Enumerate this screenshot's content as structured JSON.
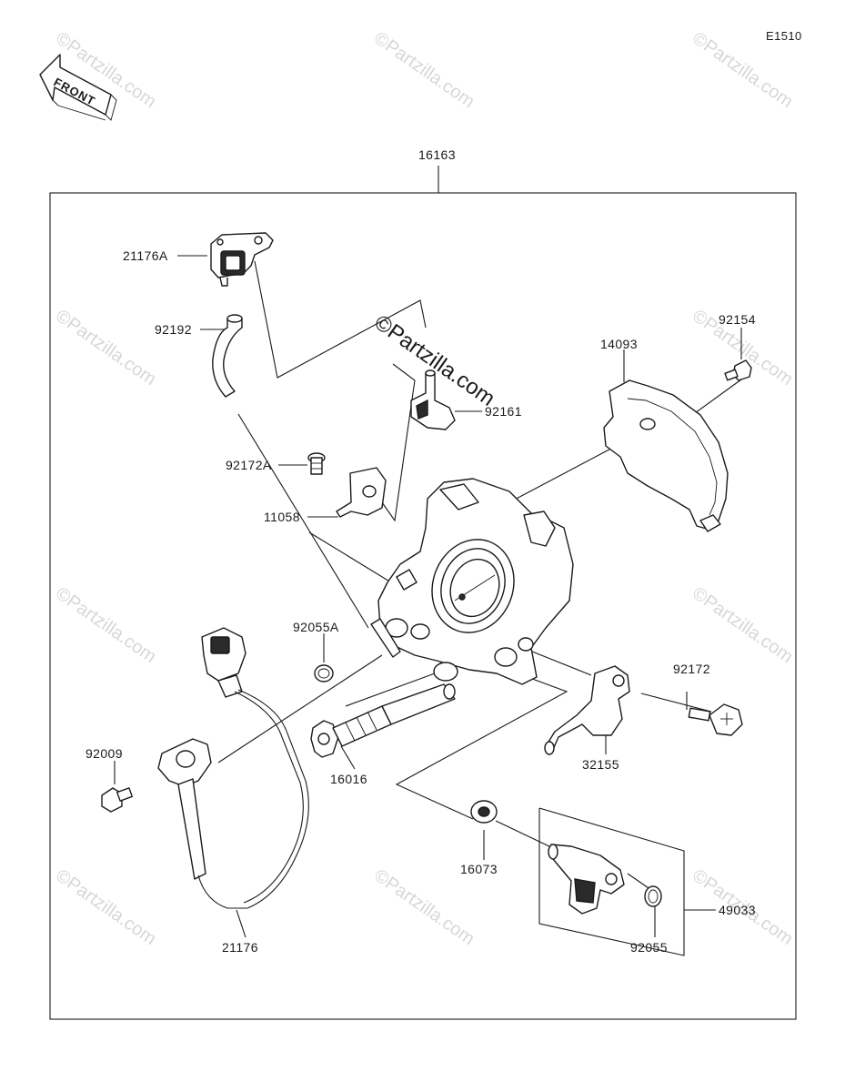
{
  "diagram_code": "E1510",
  "front_label": "FRONT",
  "watermark_text": "©Partzilla.com",
  "assembly_label": "16163",
  "parts": [
    {
      "id": "21176A"
    },
    {
      "id": "92192"
    },
    {
      "id": "92161"
    },
    {
      "id": "92172A"
    },
    {
      "id": "11058"
    },
    {
      "id": "14093"
    },
    {
      "id": "92154"
    },
    {
      "id": "92055A"
    },
    {
      "id": "92009"
    },
    {
      "id": "16016"
    },
    {
      "id": "92172"
    },
    {
      "id": "32155"
    },
    {
      "id": "16073"
    },
    {
      "id": "49033"
    },
    {
      "id": "92055"
    },
    {
      "id": "21176"
    }
  ]
}
